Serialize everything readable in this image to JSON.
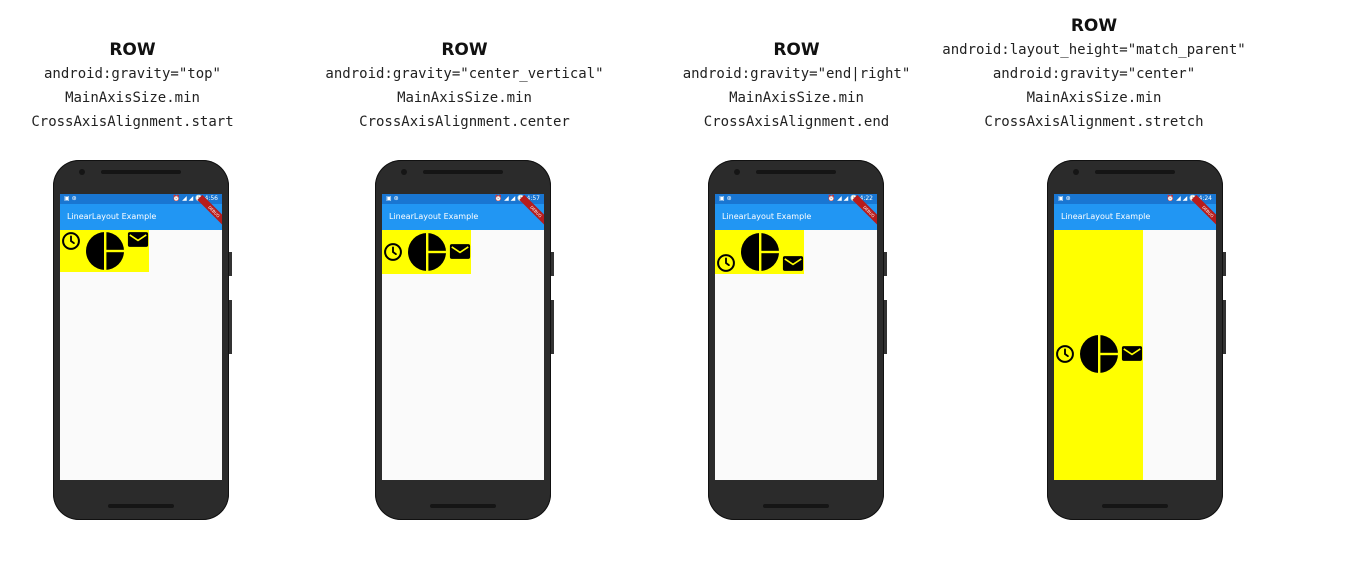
{
  "app": {
    "appbar_title": "LinearLayout Example",
    "debug_banner": "DEBUG"
  },
  "colors": {
    "row_background": "#ffff00",
    "appbar": "#2196f3",
    "statusbar": "#1976d2",
    "screen": "#fafafa",
    "icon": "#000000"
  },
  "icons": [
    "clock-icon",
    "pie-chart-icon",
    "mail-icon"
  ],
  "panels": [
    {
      "title": "ROW",
      "lines": [
        "android:gravity=\"top\"",
        "MainAxisSize.min",
        "CrossAxisAlignment.start"
      ],
      "status": {
        "left": "▣ ⊛",
        "right": "⏰ ◢ ◢ 🕑 4:56"
      }
    },
    {
      "title": "ROW",
      "lines": [
        "android:gravity=\"center_vertical\"",
        "MainAxisSize.min",
        "CrossAxisAlignment.center"
      ],
      "status": {
        "left": "▣ ⊛",
        "right": "⏰ ◢ ◢ 🕑 4:57"
      }
    },
    {
      "title": "ROW",
      "lines": [
        "android:gravity=\"end|right\"",
        "MainAxisSize.min",
        "CrossAxisAlignment.end"
      ],
      "status": {
        "left": "▣ ⊛",
        "right": "⏰ ◢ ◢ 🕑 4:22"
      }
    },
    {
      "title": "ROW",
      "lines": [
        "android:layout_height=\"match_parent\"",
        "android:gravity=\"center\"",
        "MainAxisSize.min",
        "CrossAxisAlignment.stretch"
      ],
      "status": {
        "left": "▣ ⊛",
        "right": "⏰ ◢ ◢ 🕑 4:24"
      }
    }
  ]
}
